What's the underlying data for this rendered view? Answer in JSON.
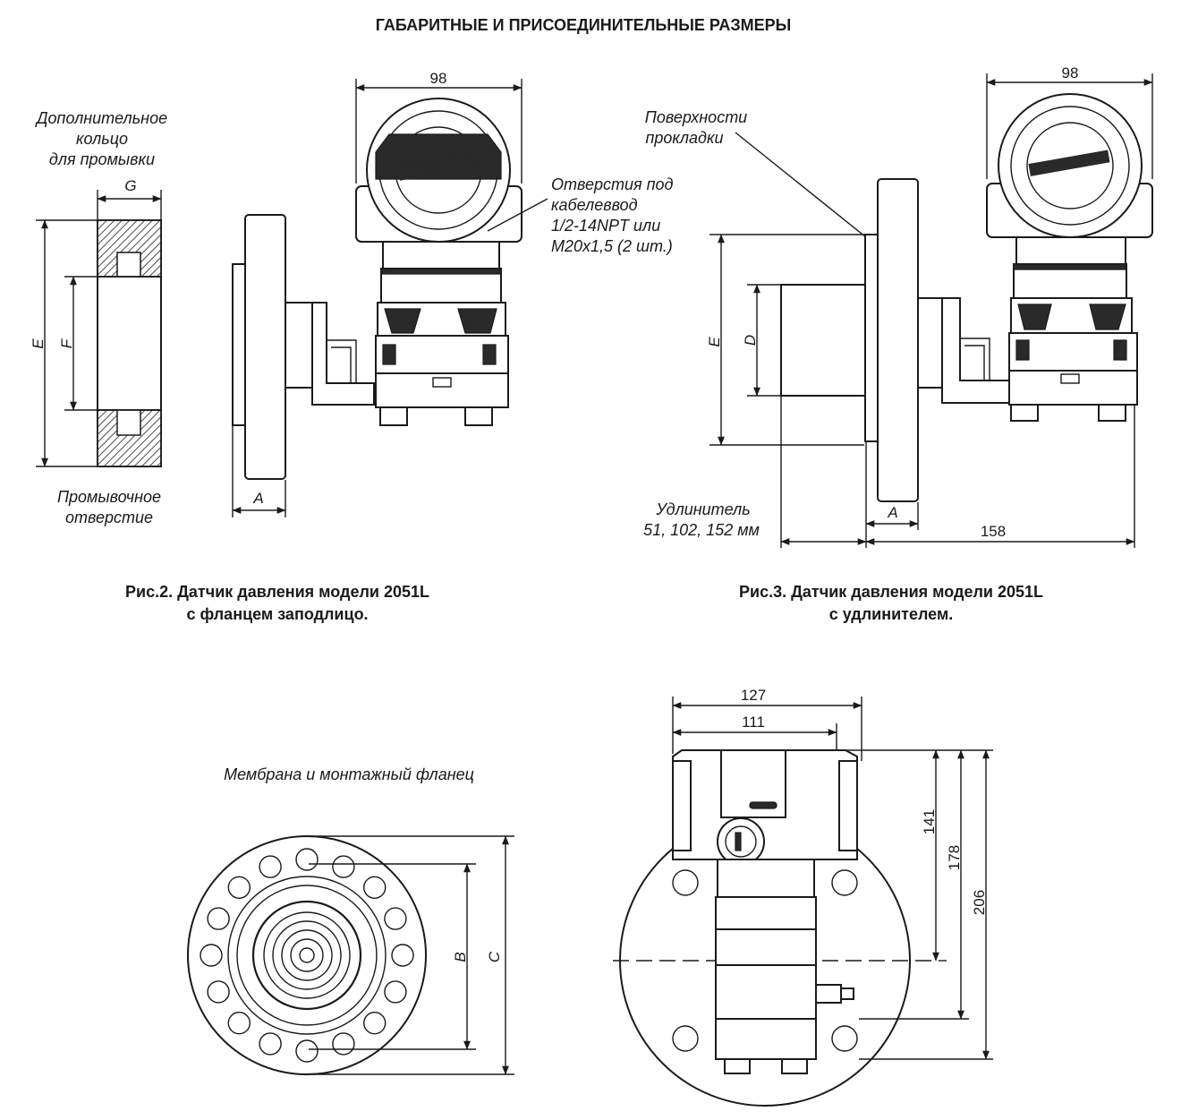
{
  "title": "ГАБАРИТНЫЕ И ПРИСОЕДИНИТЕЛЬНЫЕ РАЗМЕРЫ",
  "fig2": {
    "ring_label_1": "Дополнительное",
    "ring_label_2": "кольцо",
    "ring_label_3": "для промывки",
    "flush_label_1": "Промывочное",
    "flush_label_2": "отверстие",
    "dim_G": "G",
    "dim_E": "E",
    "dim_F": "F",
    "dim_A": "A",
    "dim_98": "98",
    "cable_1": "Отверстия под",
    "cable_2": "кабелеввод",
    "cable_3": "1/2-14NPT или",
    "cable_4": "M20x1,5 (2 шт.)",
    "caption_1": "Рис.2. Датчик давления модели 2051L",
    "caption_2": "с фланцем заподлицо."
  },
  "fig3": {
    "gasket_1": "Поверхности",
    "gasket_2": "прокладки",
    "dim_98": "98",
    "dim_E": "E",
    "dim_D": "D",
    "dim_A": "A",
    "dim_158": "158",
    "ext_1": "Удлинитель",
    "ext_2": "51, 102, 152 мм",
    "caption_1": "Рис.3. Датчик давления модели 2051L",
    "caption_2": "с удлинителем."
  },
  "fig_bottom_left": {
    "label": "Мембрана и монтажный фланец",
    "dim_B": "B",
    "dim_C": "C"
  },
  "fig_bottom_right": {
    "dim_127": "127",
    "dim_111": "111",
    "dim_141": "141",
    "dim_178": "178",
    "dim_206": "206"
  }
}
